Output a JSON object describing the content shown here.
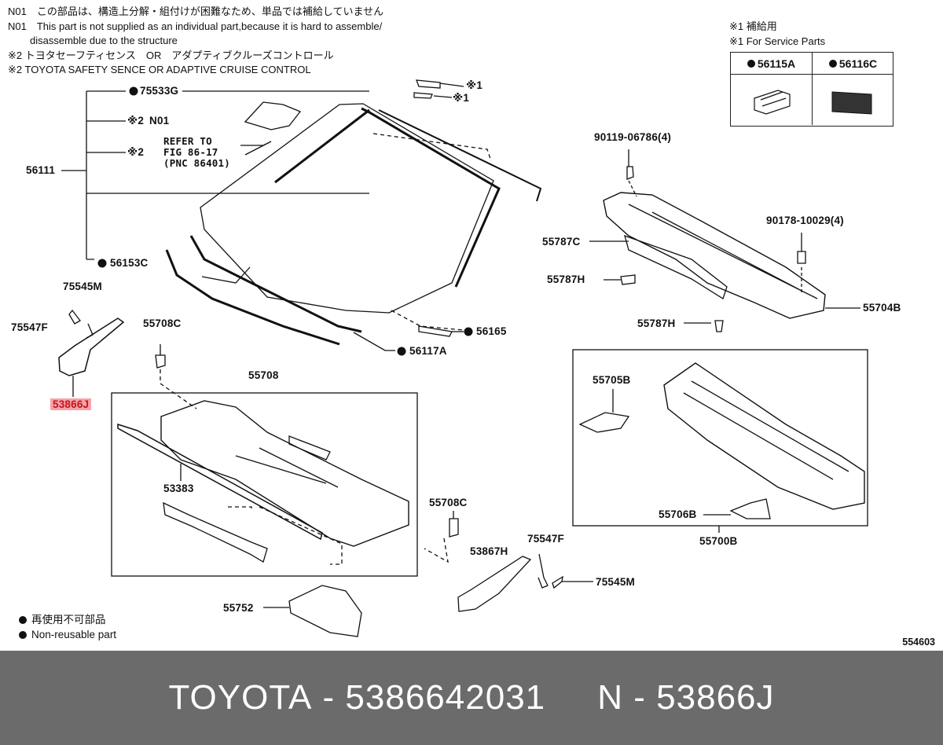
{
  "notes": {
    "n01_ja": "N01　この部品は、構造上分解・組付けが困難なため、単品では補給していません",
    "n01_en_1": "N01　This part is not supplied as an individual part,because it is hard to assemble/",
    "n01_en_2": "disassemble due to the structure",
    "s2_ja": "※2 トヨタセーフティセンス　OR　アダプティブクルーズコントロール",
    "s2_en": "※2 TOYOTA SAFETY SENCE OR ADAPTIVE CRUISE CONTROL"
  },
  "service": {
    "title_ja": "※1 補給用",
    "title_en": "※1 For Service Parts",
    "parts": [
      "56115A",
      "56116C"
    ]
  },
  "labels": {
    "p75533G": "75533G",
    "s2a": "※2",
    "n01": "N01",
    "s2b": "※2",
    "refer1": "REFER TO",
    "refer2": "FIG 86-17",
    "refer3": "(PNC 86401)",
    "p56111": "56111",
    "p56153C": "56153C",
    "s1a": "※1",
    "s1b": "※1",
    "p56165": "56165",
    "p56117A": "56117A",
    "p75545M_top": "75545M",
    "p75547F_top": "75547F",
    "p53866J": "53866J",
    "p55708C_top": "55708C",
    "p55708": "55708",
    "p53383": "53383",
    "p55708C_bot": "55708C",
    "p53867H": "53867H",
    "p75547F_bot": "75547F",
    "p75545M_bot": "75545M",
    "p55752": "55752",
    "p90119": "90119-06786(4)",
    "p90178": "90178-10029(4)",
    "p55787C": "55787C",
    "p55787H_a": "55787H",
    "p55787H_b": "55787H",
    "p55704B": "55704B",
    "p55705B": "55705B",
    "p55706B": "55706B",
    "p55700B": "55700B"
  },
  "legend": {
    "ja": "再使用不可部品",
    "en": "Non-reusable part"
  },
  "diagram_code": "554603",
  "footer": {
    "brand": "TOYOTA",
    "sep1": " - ",
    "part_number": "5386642031",
    "gap": "     ",
    "prefix": "N",
    "sep2": " - ",
    "pnc": "53866J"
  },
  "colors": {
    "highlight_bg": "#f5a3a7",
    "highlight_text": "#c8111e",
    "footer_bg": "#6b6b6b"
  }
}
